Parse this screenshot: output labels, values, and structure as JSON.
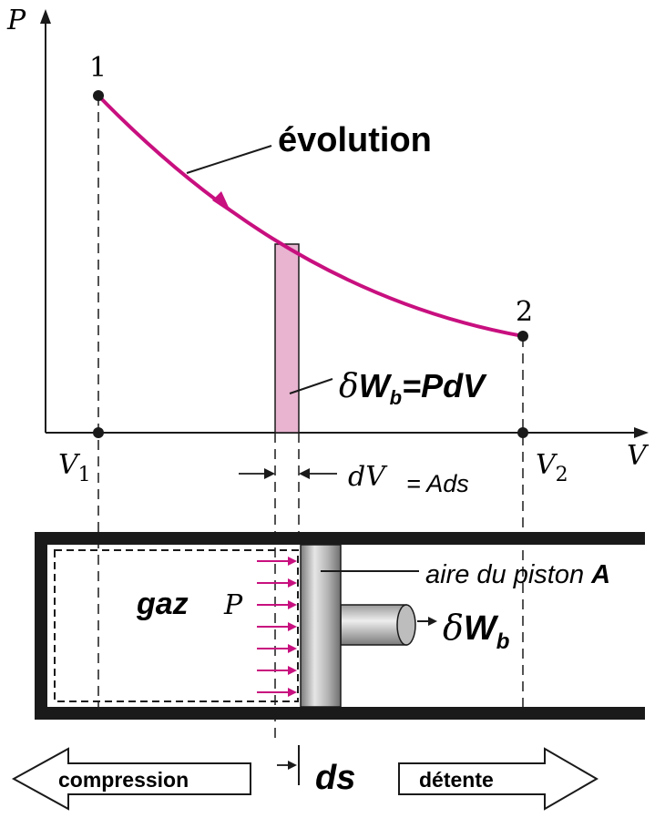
{
  "axes": {
    "p_label": "P",
    "v_label": "V",
    "v1_main": "V",
    "v1_sub": "1",
    "v2_main": "V",
    "v2_sub": "2",
    "dv_label": "dV"
  },
  "points": {
    "p1": "1",
    "p2": "2"
  },
  "labels": {
    "evolution": "évolution",
    "work_delta": "δ",
    "work_w": "W",
    "work_sub": "b",
    "work_eq": "=PdV",
    "eq_ads": "= Ads",
    "piston_area": "aire du piston ",
    "piston_area_bold": "A",
    "gaz": "gaz",
    "pressure": "P",
    "wb_delta": "δ",
    "wb_w": "W",
    "wb_sub": "b",
    "ds": "ds",
    "compression": "compression",
    "detente": "détente"
  },
  "colors": {
    "curve": "#c8107f",
    "strip": "#e8b4d0",
    "arrows": "#c8107f",
    "walls": "#1a1a1a"
  }
}
